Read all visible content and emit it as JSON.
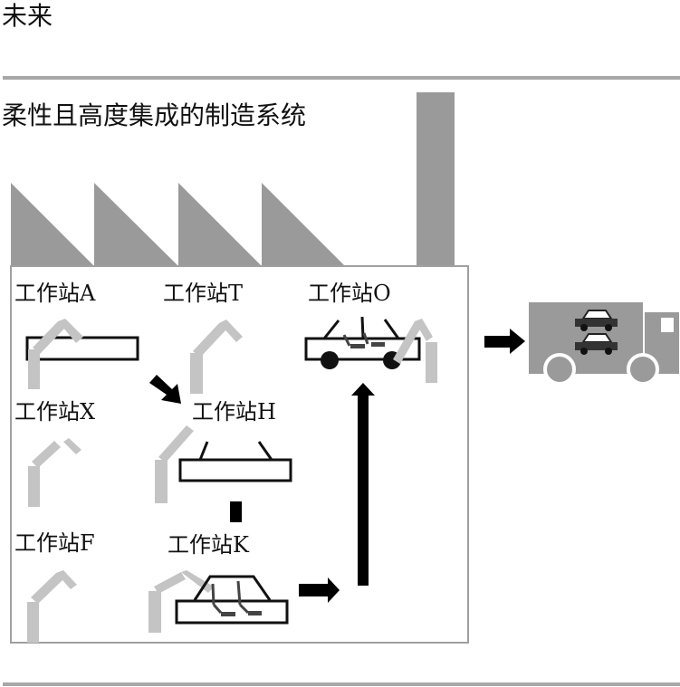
{
  "header": {
    "title": "未来",
    "subtitle": "柔性且高度集成的制造系统"
  },
  "colors": {
    "factory_gray": "#9a9a9a",
    "robot_gray": "#c4c4c4",
    "arrow_black": "#000000",
    "rule_gray": "#a8a8a8",
    "car_part_dark": "#444444"
  },
  "stations": [
    {
      "id": "A",
      "label": "工作站A"
    },
    {
      "id": "T",
      "label": "工作站T"
    },
    {
      "id": "O",
      "label": "工作站O"
    },
    {
      "id": "X",
      "label": "工作站X"
    },
    {
      "id": "H",
      "label": "工作站H"
    },
    {
      "id": "F",
      "label": "工作站F"
    },
    {
      "id": "K",
      "label": "工作站K"
    }
  ],
  "icons": {
    "factory": "factory-icon",
    "truck": "delivery-truck-icon",
    "robot_arm": "robot-arm-icon",
    "car": "car-icon"
  }
}
